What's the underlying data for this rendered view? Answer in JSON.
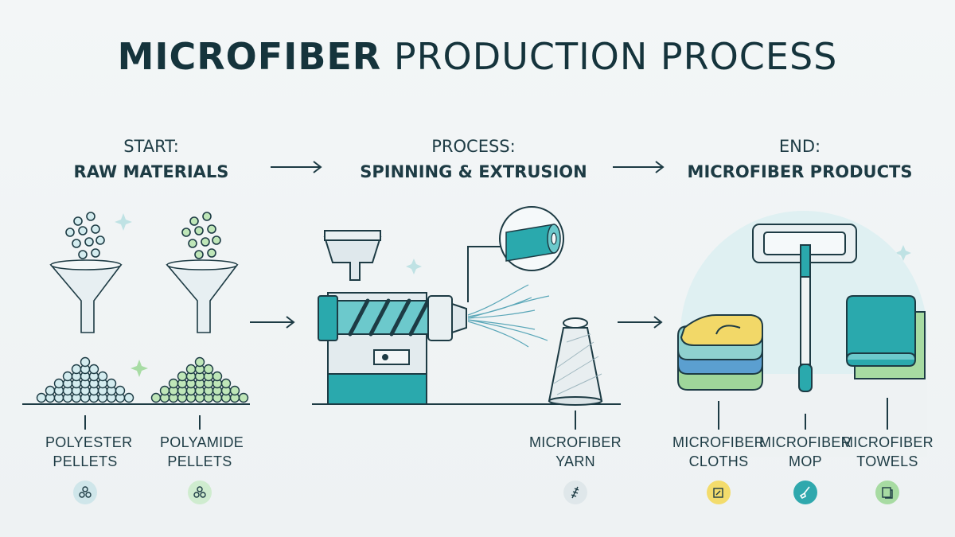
{
  "title": {
    "bold": "MICROFIBER",
    "light": "PRODUCTION PROCESS"
  },
  "stages": [
    {
      "prefix": "START:",
      "name": "RAW MATERIALS"
    },
    {
      "prefix": "PROCESS:",
      "name": "SPINNING & EXTRUSION"
    },
    {
      "prefix": "END:",
      "name": "MICROFIBER PRODUCTS"
    }
  ],
  "items": [
    {
      "line1": "POLYESTER",
      "line2": "PELLETS",
      "icon": "pellets-icon",
      "badge_color": "#cfe6ea"
    },
    {
      "line1": "POLYAMIDE",
      "line2": "PELLETS",
      "icon": "pellets-icon",
      "badge_color": "#cfeccf"
    },
    {
      "line1": "MICROFIBER",
      "line2": "YARN",
      "icon": "yarn-icon",
      "badge_color": "#dfe7ea"
    },
    {
      "line1": "MICROFIBER",
      "line2": "CLOTHS",
      "icon": "cloth-icon",
      "badge_color": "#f3dc6c"
    },
    {
      "line1": "MICROFIBER",
      "line2": "MOP",
      "icon": "mop-icon",
      "badge_color": "#2fa8ad"
    },
    {
      "line1": "MICROFIBER",
      "line2": "TOWELS",
      "icon": "towel-icon",
      "badge_color": "#a7dba2"
    }
  ],
  "colors": {
    "teal": "#2aa9ad",
    "navy": "#15343c",
    "polyester": "#d4ecef",
    "polyamide": "#bfe6b8",
    "yellow": "#f2d868",
    "blue": "#5b9fd0",
    "green": "#9fd69a"
  }
}
